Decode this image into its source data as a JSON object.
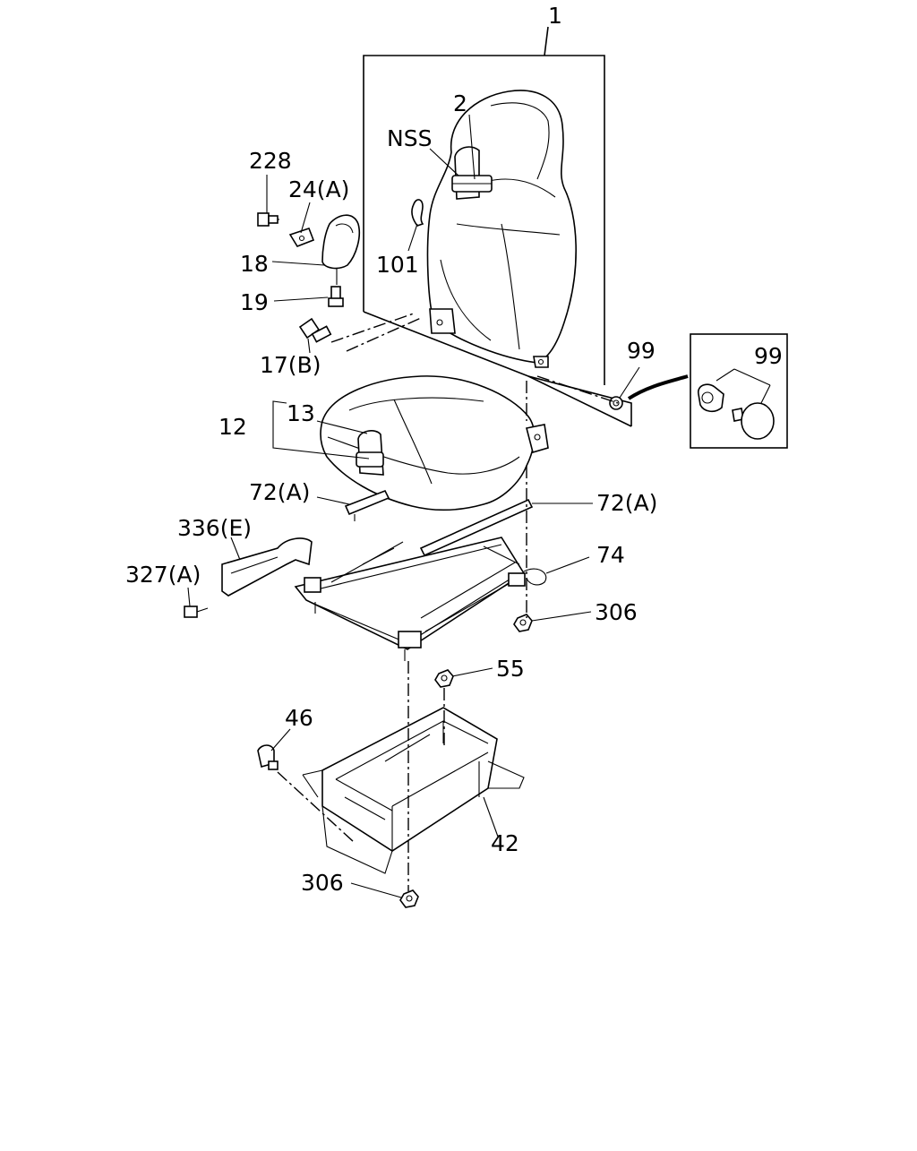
{
  "diagram": {
    "callouts": {
      "c1": "1",
      "c2": "2",
      "nss": "NSS",
      "c228": "228",
      "c24a": "24(A)",
      "c18": "18",
      "c101": "101",
      "c19": "19",
      "c17b": "17(B)",
      "c99a": "99",
      "c99b": "99",
      "c13": "13",
      "c12": "12",
      "c72a_left": "72(A)",
      "c72a_right": "72(A)",
      "c336e": "336(E)",
      "c74": "74",
      "c327a": "327(A)",
      "c306_top": "306",
      "c55": "55",
      "c46": "46",
      "c42": "42",
      "c306_bottom": "306"
    }
  }
}
